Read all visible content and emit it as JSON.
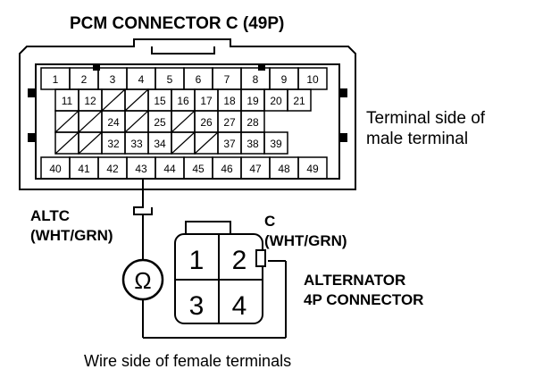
{
  "pcm": {
    "title": "PCM CONNECTOR C (49P)",
    "rows": [
      [
        "1",
        "2",
        "3",
        "4",
        "5",
        "6",
        "7",
        "8",
        "9",
        "10"
      ],
      [
        "11",
        "12",
        "",
        "",
        "15",
        "16",
        "17",
        "18",
        "19",
        "20",
        "21"
      ],
      [
        "",
        "",
        "24",
        "",
        "25",
        "",
        "26",
        "27",
        "28"
      ],
      [
        "",
        "",
        "32",
        "33",
        "34",
        "",
        "",
        "37",
        "38",
        "39"
      ],
      [
        "40",
        "41",
        "42",
        "43",
        "44",
        "45",
        "46",
        "47",
        "48",
        "49"
      ]
    ]
  },
  "terminal_side_line1": "Terminal side of",
  "terminal_side_line2": "male terminal",
  "altc_label_line1": "ALTC",
  "altc_label_line2": "(WHT/GRN)",
  "c_label_line1": "C",
  "c_label_line2": "(WHT/GRN)",
  "alternator_label_line1": "ALTERNATOR",
  "alternator_label_line2": "4P CONNECTOR",
  "alt_pins": [
    "1",
    "2",
    "3",
    "4"
  ],
  "ohm_symbol": "Ω",
  "wire_side_label": "Wire side of female terminals"
}
